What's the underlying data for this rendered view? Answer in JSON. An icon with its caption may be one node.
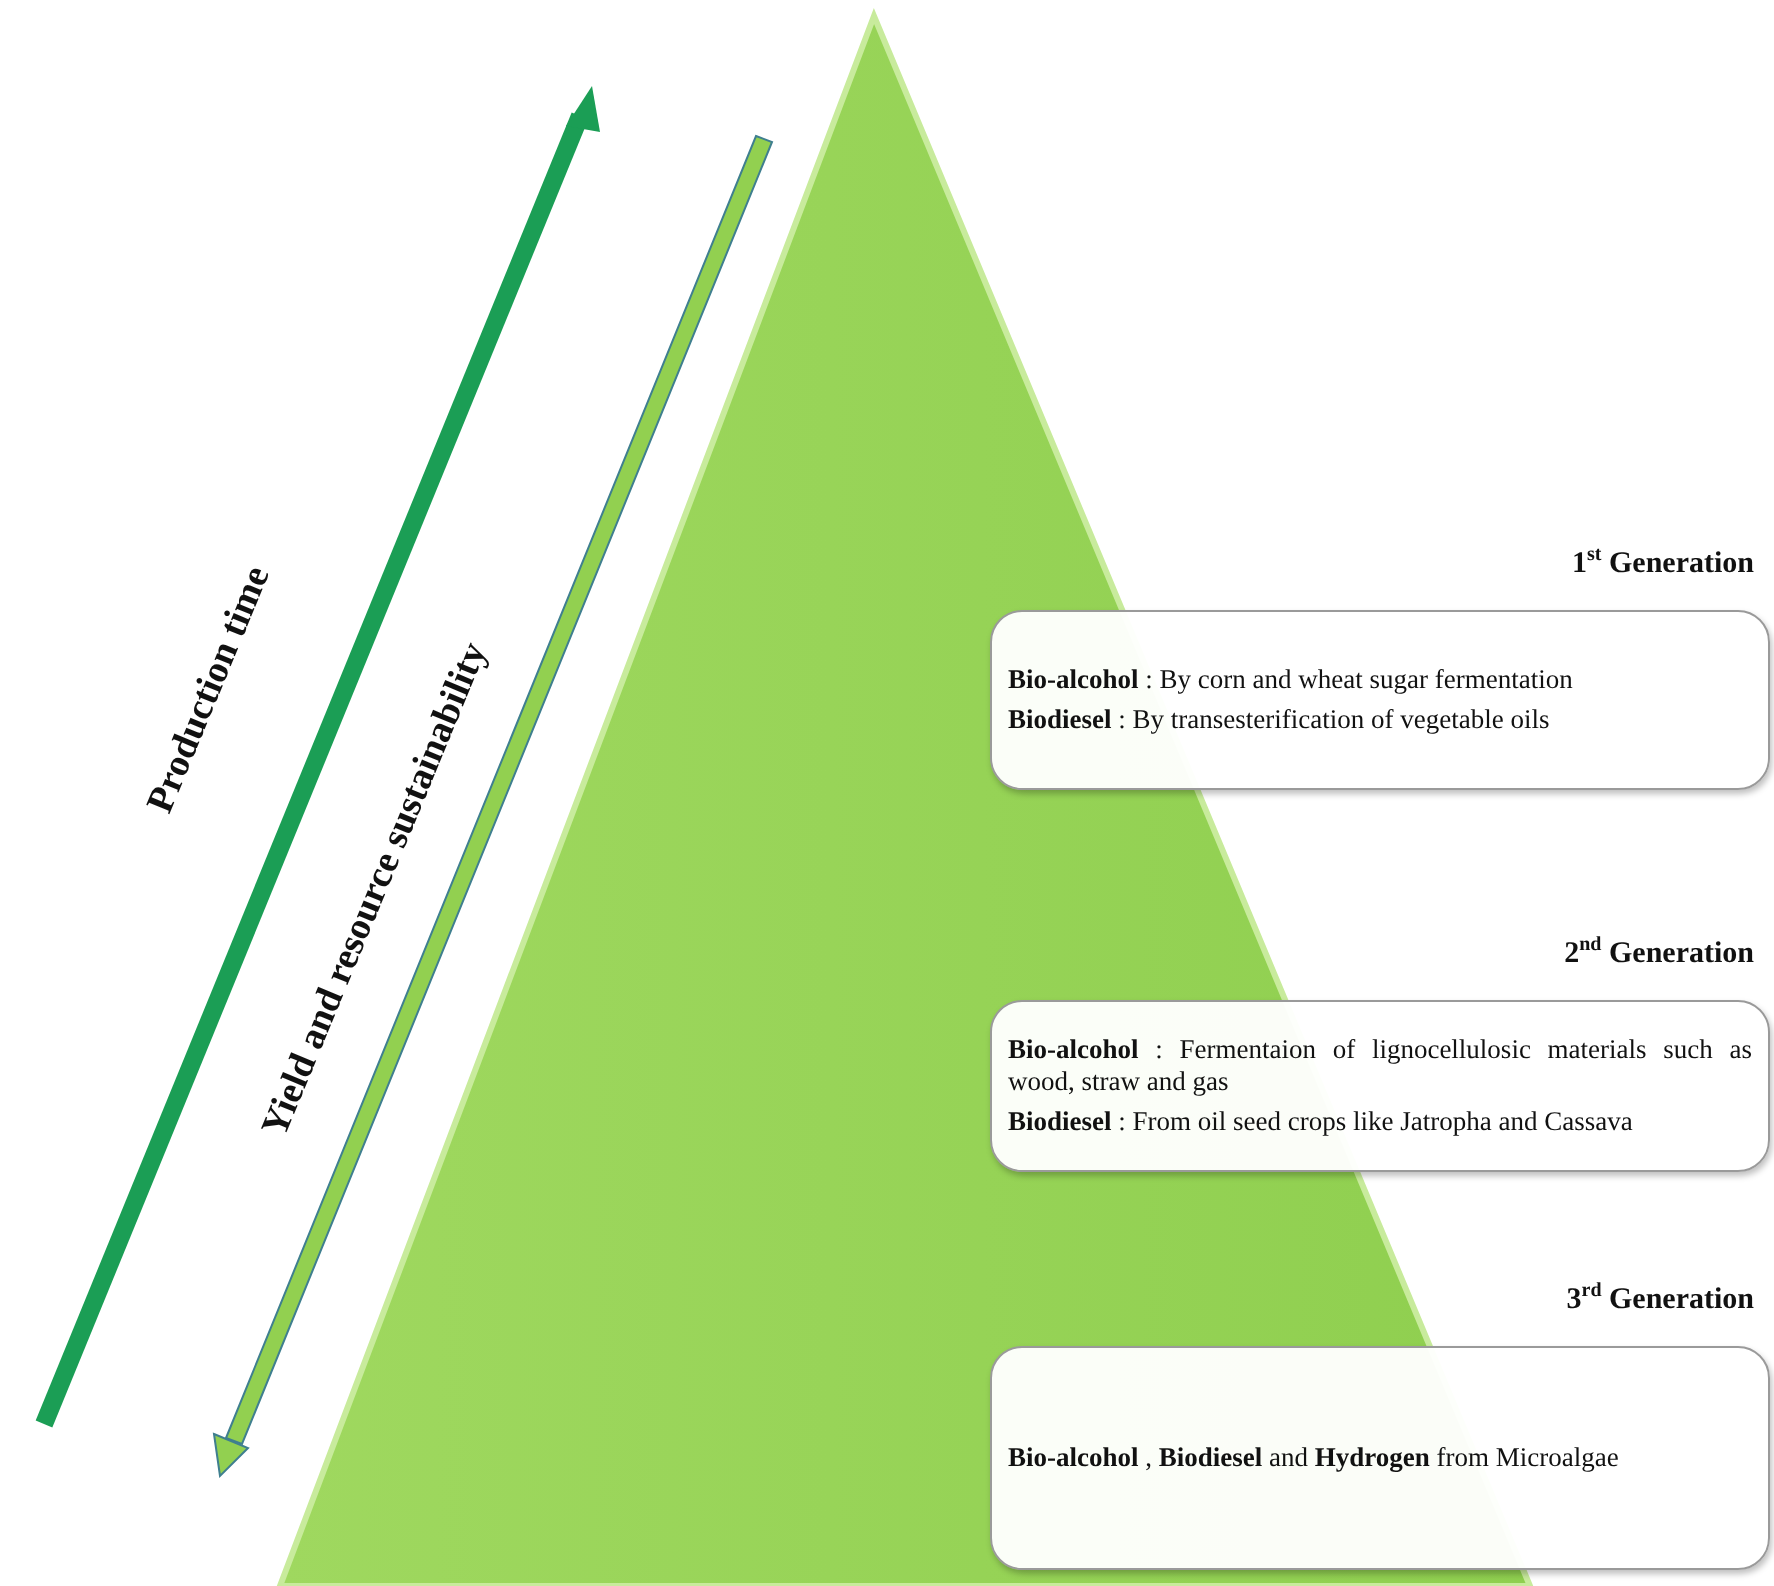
{
  "diagram": {
    "nodes": [
      {
        "text": [
          "1$^{st}$ Generation",
          "**Bio-alcohol** : By corn and wheat sugar fermentation",
          "**Biodiesel** : By transesterification of vegetable oils"
        ]
      },
      {
        "text": [
          "2$^{nd}$ Generation",
          "**Bio-alcohol** : Fermentaion of lignocellulosic materials such as wood, straw and gas",
          "**Biodiesel** : From oil seed crops like Jatropha and Cassava"
        ]
      },
      {
        "text": [
          "3$^{rd}$ Generation",
          "**Bio-alcohol** , **Biodiesel** and **Hydrogen** from Microalgae"
        ]
      }
    ],
    "labels": [
      "Production time",
      "Yield and resource sustainability"
    ]
  }
}
